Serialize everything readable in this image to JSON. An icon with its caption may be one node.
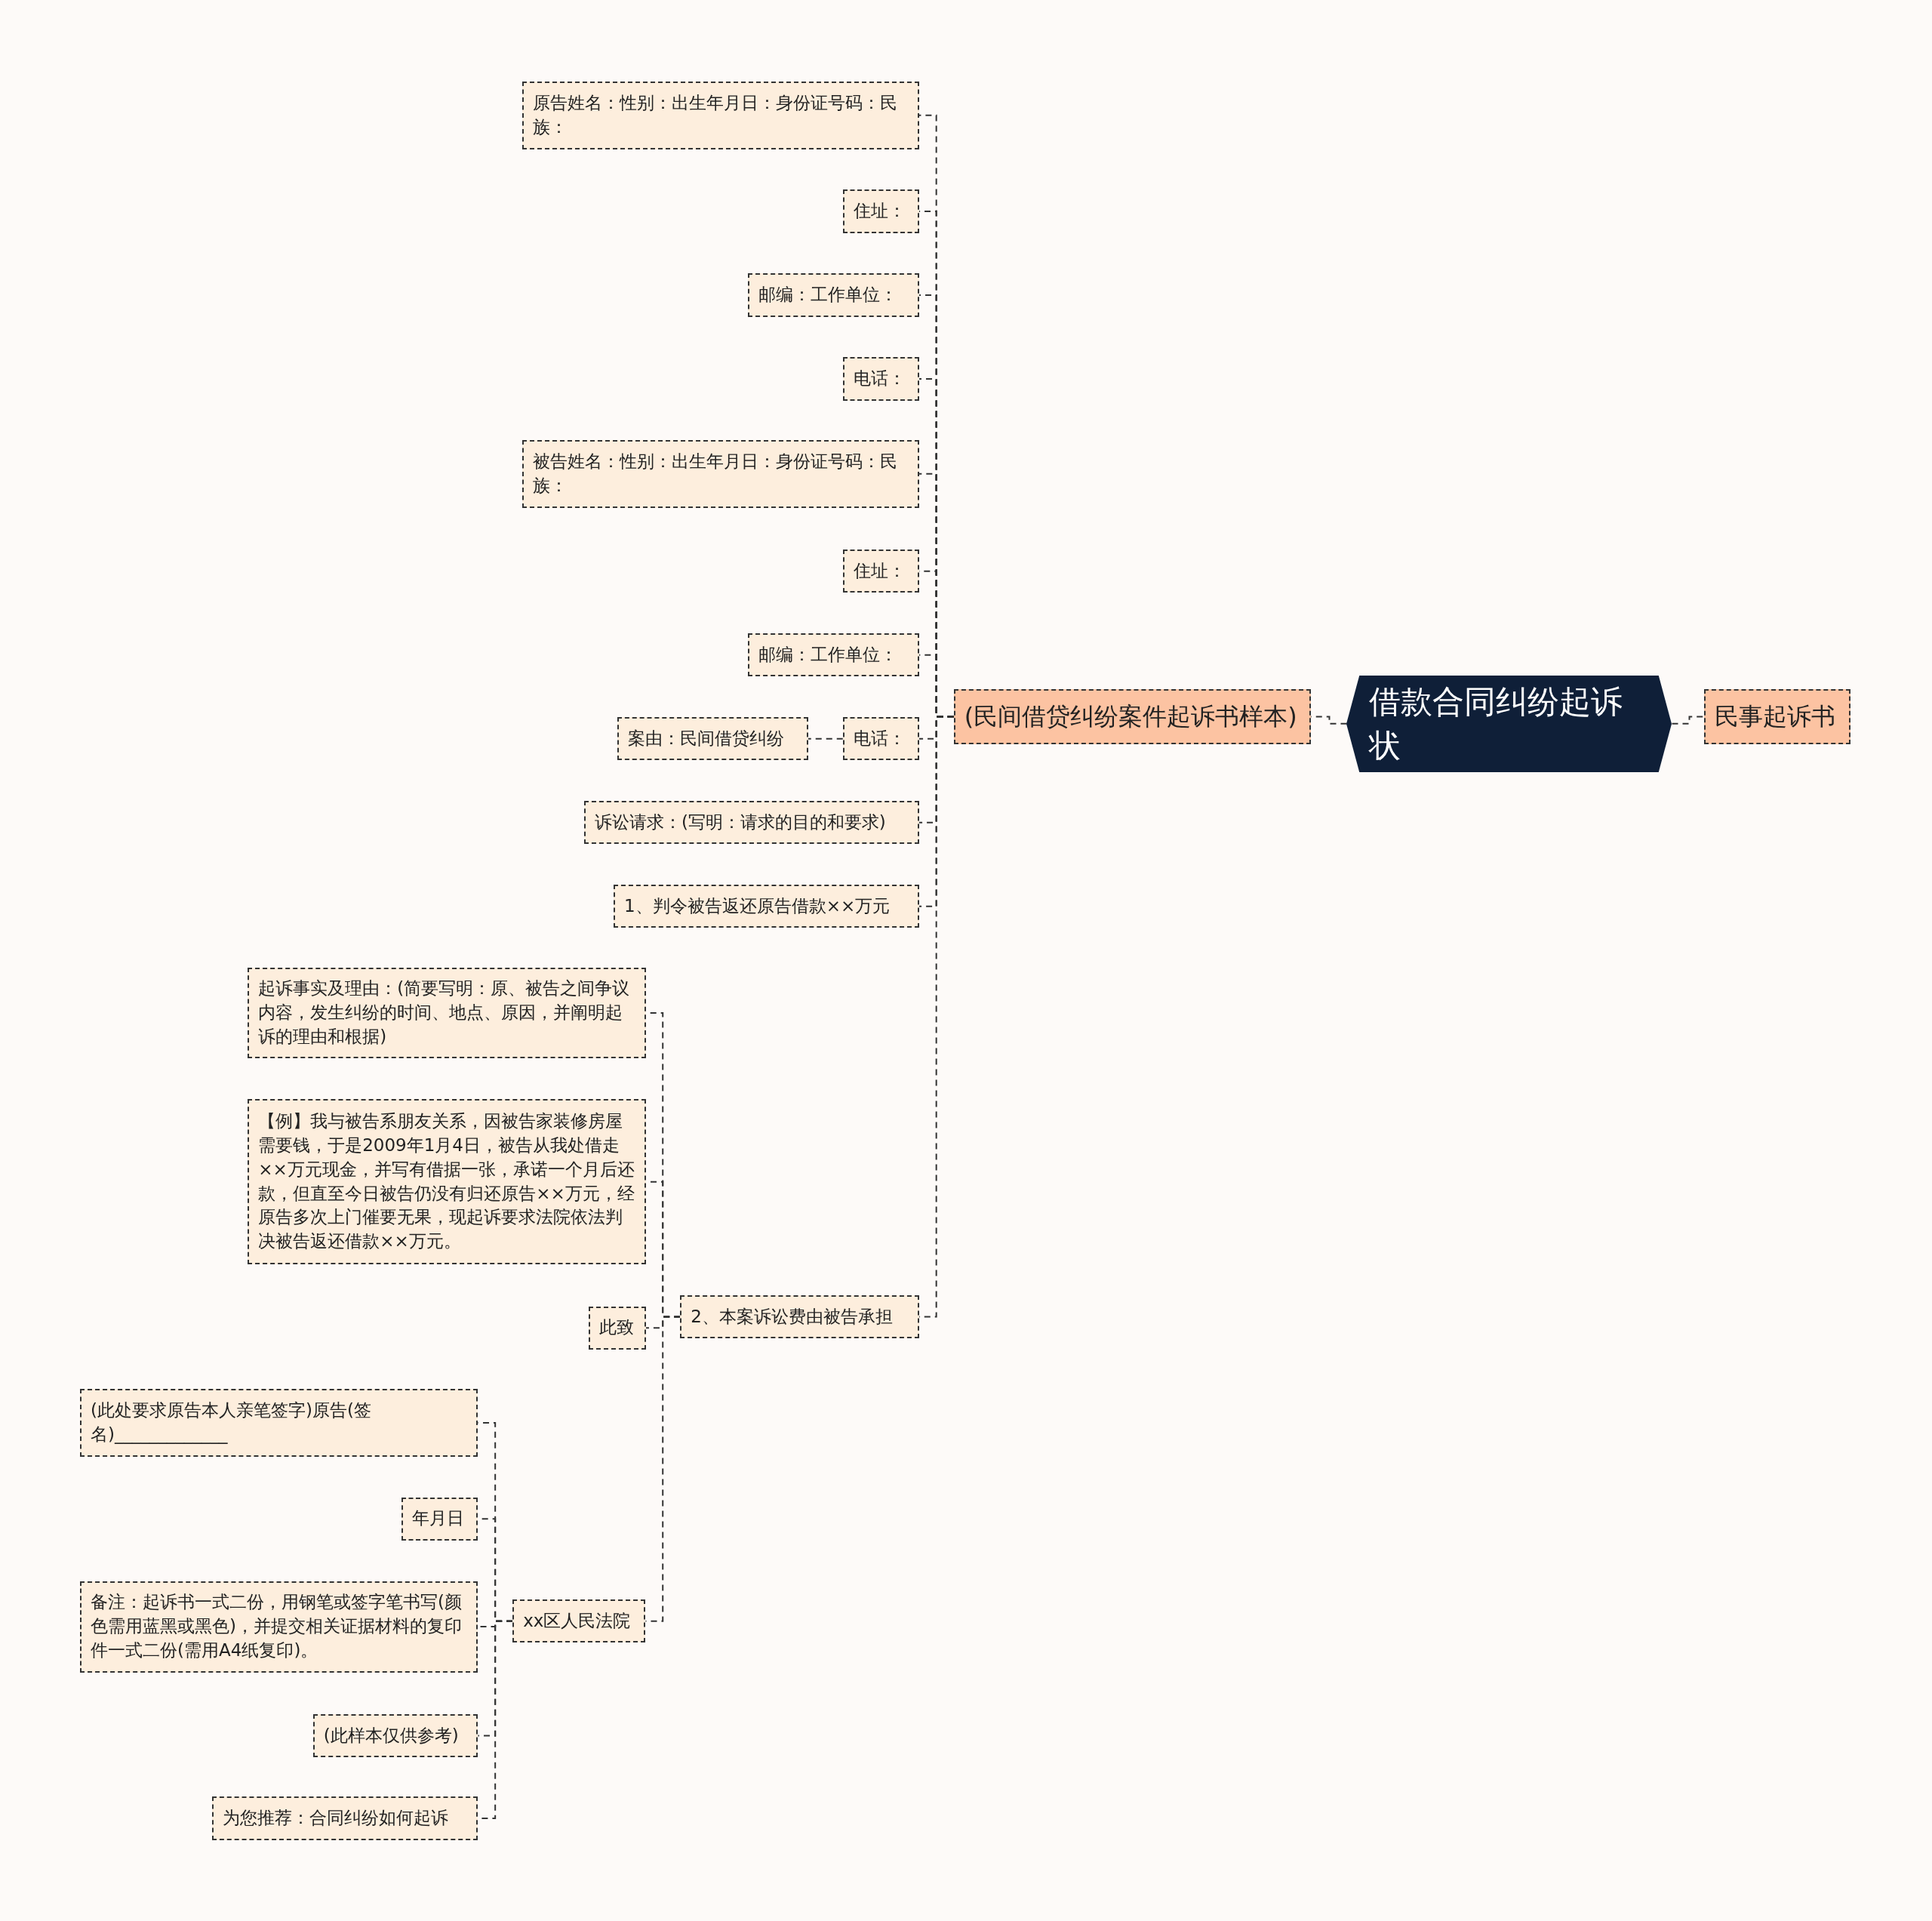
{
  "diagram": {
    "nodes": [
      {
        "text": [
          "借款合同纠纷起诉状"
        ]
      },
      {
        "text": [
          "民事起诉书"
        ]
      },
      {
        "text": [
          "(民间借贷纠纷案件起诉书样本)"
        ]
      },
      {
        "text": [
          "原告姓名：性别：出生年月日：身份证号码：民族："
        ]
      },
      {
        "text": [
          "住址："
        ]
      },
      {
        "text": [
          "邮编：工作单位："
        ]
      },
      {
        "text": [
          "电话："
        ]
      },
      {
        "text": [
          "被告姓名：性别：出生年月日：身份证号码：民族："
        ]
      },
      {
        "text": [
          "住址："
        ]
      },
      {
        "text": [
          "邮编：工作单位："
        ]
      },
      {
        "text": [
          "电话："
        ]
      },
      {
        "text": [
          "案由：民间借贷纠纷"
        ]
      },
      {
        "text": [
          "诉讼请求：(写明：请求的目的和要求)"
        ]
      },
      {
        "text": [
          "1、判令被告返还原告借款××万元"
        ]
      },
      {
        "text": [
          "2、本案诉讼费由被告承担"
        ]
      },
      {
        "text": [
          "起诉事实及理由：(简要写明：原、被告之间争议内容，发生纠纷的时间、地点、原因，并阐明起诉的理由和根据)"
        ]
      },
      {
        "text": [
          "【例】我与被告系朋友关系，因被告家装修房屋需要钱，于是2009年1月4日，被告从我处借走××万元现金，并写有借据一张，承诺一个月后还款，但直至今日被告仍没有归还原告××万元，经原告多次上门催要无果，现起诉要求法院依法判决被告返还借款××万元。"
        ]
      },
      {
        "text": [
          "此致"
        ]
      },
      {
        "text": [
          "xx区人民法院"
        ]
      },
      {
        "text": [
          "(此处要求原告本人亲笔签字)原告(签名)_____________"
        ]
      },
      {
        "text": [
          "年月日"
        ]
      },
      {
        "text": [
          "备注：起诉书一式二份，用钢笔或签字笔书写(颜色需用蓝黑或黑色)，并提交相关证据材料的复印件一式二份(需用A4纸复印)。"
        ]
      },
      {
        "text": [
          "(此样本仅供参考)"
        ]
      },
      {
        "text": [
          "为您推荐：合同纠纷如何起诉"
        ]
      }
    ],
    "edges": [
      {
        "from": 0,
        "to": 1,
        "arrow": "none",
        "style": "dashed"
      },
      {
        "from": 0,
        "to": 2,
        "arrow": "none",
        "style": "dashed"
      },
      {
        "from": 2,
        "to": 3,
        "arrow": "none",
        "style": "dashed"
      },
      {
        "from": 2,
        "to": 4,
        "arrow": "none",
        "style": "dashed"
      },
      {
        "from": 2,
        "to": 5,
        "arrow": "none",
        "style": "dashed"
      },
      {
        "from": 2,
        "to": 6,
        "arrow": "none",
        "style": "dashed"
      },
      {
        "from": 2,
        "to": 7,
        "arrow": "none",
        "style": "dashed"
      },
      {
        "from": 2,
        "to": 8,
        "arrow": "none",
        "style": "dashed"
      },
      {
        "from": 2,
        "to": 9,
        "arrow": "none",
        "style": "dashed"
      },
      {
        "from": 2,
        "to": 10,
        "arrow": "none",
        "style": "dashed"
      },
      {
        "from": 10,
        "to": 11,
        "arrow": "none",
        "style": "dashed"
      },
      {
        "from": 2,
        "to": 12,
        "arrow": "none",
        "style": "dashed"
      },
      {
        "from": 2,
        "to": 13,
        "arrow": "none",
        "style": "dashed"
      },
      {
        "from": 2,
        "to": 14,
        "arrow": "none",
        "style": "dashed"
      },
      {
        "from": 14,
        "to": 15,
        "arrow": "none",
        "style": "dashed"
      },
      {
        "from": 14,
        "to": 16,
        "arrow": "none",
        "style": "dashed"
      },
      {
        "from": 14,
        "to": 17,
        "arrow": "none",
        "style": "dashed"
      },
      {
        "from": 14,
        "to": 18,
        "arrow": "none",
        "style": "dashed"
      },
      {
        "from": 18,
        "to": 19,
        "arrow": "none",
        "style": "dashed"
      },
      {
        "from": 18,
        "to": 20,
        "arrow": "none",
        "style": "dashed"
      },
      {
        "from": 18,
        "to": 21,
        "arrow": "none",
        "style": "dashed"
      },
      {
        "from": 18,
        "to": 22,
        "arrow": "none",
        "style": "dashed"
      },
      {
        "from": 18,
        "to": 23,
        "arrow": "none",
        "style": "dashed"
      }
    ]
  }
}
